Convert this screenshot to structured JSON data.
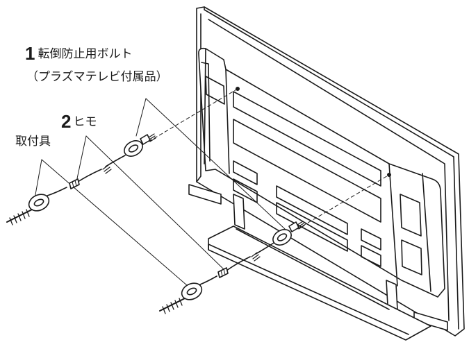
{
  "labels": {
    "bolt_number": "1",
    "bolt_text": "転倒防止用ボルト",
    "bolt_note": "（プラズマテレビ付属品）",
    "cord_number": "2",
    "cord_text": "ヒモ",
    "bracket_text": "取付具"
  },
  "colors": {
    "line": "#1a1a1a",
    "fill": "#ffffff",
    "background": "#ffffff"
  }
}
